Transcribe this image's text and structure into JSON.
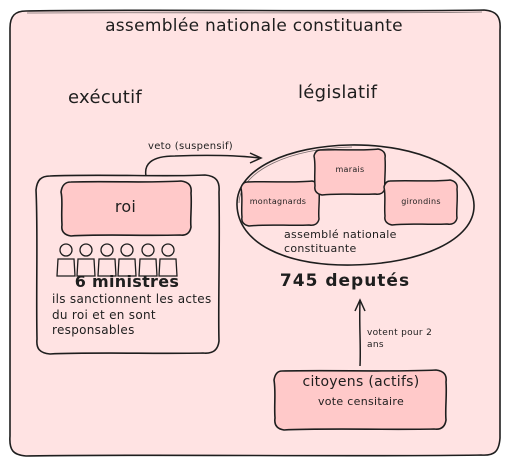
{
  "title": "assemblée nationale constituante",
  "executif": {
    "heading": "exécutif",
    "roi": "roi",
    "ministres_title": "6 ministres",
    "ministres_desc": "ils sanctionnent les actes du roi et en sont responsables"
  },
  "legislatif": {
    "heading": "législatif",
    "factions": [
      "montagnards",
      "marais",
      "girondins"
    ],
    "assemblee": "assemblé nationale constituante",
    "deputes": "745 deputés"
  },
  "arrows": {
    "veto": "veto (suspensif)",
    "vote": "votent pour 2 ans"
  },
  "citoyens": {
    "title": "citoyens (actifs)",
    "vote": "vote censitaire"
  },
  "colors": {
    "fill": "#ffe3e3",
    "fill_strong": "#ffc9c9",
    "stroke": "#1e1e1e"
  }
}
